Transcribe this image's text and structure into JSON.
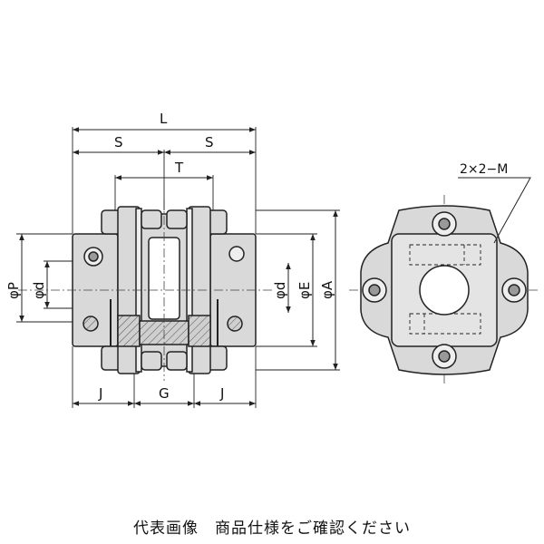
{
  "dimensions": {
    "L": "L",
    "S_left": "S",
    "S_right": "S",
    "T": "T",
    "phiP": "φP",
    "phid_left": "φd",
    "phid_right": "φd",
    "phiE": "φE",
    "phiA": "φA",
    "J_left": "J",
    "G": "G",
    "J_right": "J",
    "bolt_note": "2×2−M"
  },
  "caption": "代表画像　商品仕様をご確認ください",
  "colors": {
    "line": "#222222",
    "fill": "#d9d9d9",
    "hatch": "#bfbfbf"
  }
}
